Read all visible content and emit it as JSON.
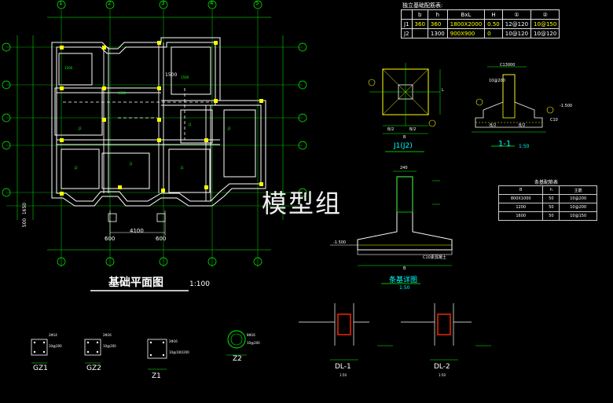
{
  "watermark": "模型组",
  "plan": {
    "title": "基础平面图",
    "scale": "1:100",
    "dim_4100": "4100",
    "dim_600": "600",
    "dim_600b": "600",
    "dim_1500": "1500",
    "dim_500": "500",
    "dim_1650": "1650",
    "axis_numbers": [
      "1",
      "2",
      "3",
      "4",
      "5"
    ]
  },
  "table1": {
    "title": "独立基础配筋表:",
    "headers": [
      "",
      "b",
      "h",
      "BxL",
      "H",
      "①",
      "②"
    ],
    "rows": [
      [
        "J1",
        "360",
        "360",
        "1800X2000",
        "0.50",
        "12@120",
        "10@150"
      ],
      [
        "J2",
        "",
        "1300",
        "900X900",
        "0",
        "10@120",
        "10@120"
      ]
    ]
  },
  "detail_j1": {
    "label": "J1(J2)",
    "dims": [
      "B/2",
      "B/2",
      "B",
      "L"
    ]
  },
  "section_11": {
    "label": "1-1",
    "scale": "1:50",
    "dims": [
      "B/2",
      "B/2",
      "-1.500",
      "C13000",
      "10@200",
      "C10"
    ]
  },
  "strip": {
    "label": "条基详图",
    "scale": "1:50",
    "dims": [
      "240",
      "-1.500",
      "B",
      "C10素混凝土"
    ]
  },
  "table2": {
    "title": "条基配筋表",
    "headers": [
      "B",
      "h",
      "主筋"
    ],
    "rows": [
      [
        "800X1000",
        "50",
        "10@200"
      ],
      [
        "1200",
        "50",
        "10@200"
      ],
      [
        "1600",
        "50",
        "10@150"
      ]
    ]
  },
  "columns": [
    {
      "label": "GZ1",
      "note1": "2Φ14",
      "note2": "10@200"
    },
    {
      "label": "GZ2",
      "note1": "2Φ16",
      "note2": "10@200"
    },
    {
      "label": "Z1",
      "note1": "2Φ16",
      "note2": "10@100/200"
    },
    {
      "label": "Z2",
      "note1": "8Φ16",
      "note2": "10@200"
    }
  ],
  "beams": [
    {
      "label": "DL-1",
      "note": "1:50"
    },
    {
      "label": "DL-2",
      "note": "1:50"
    }
  ],
  "colors": {
    "grid": "#00ff00",
    "wall": "#ffffff",
    "accent": "#ffff00",
    "dim": "#00c8c8",
    "red": "#ff2a00"
  }
}
